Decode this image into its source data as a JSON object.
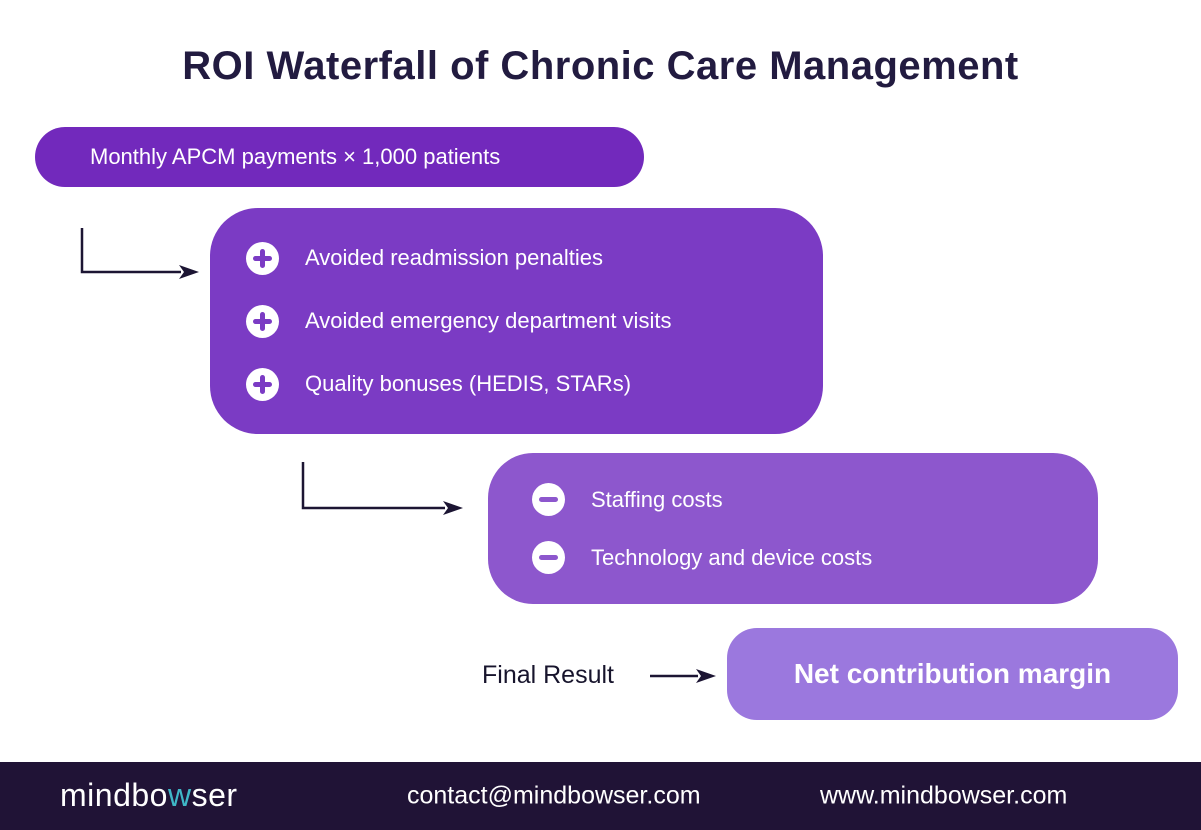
{
  "title": "ROI Waterfall of Chronic Care Management",
  "flow": {
    "step1": {
      "label": "Monthly APCM payments × 1,000 patients"
    },
    "step2": {
      "items": [
        {
          "icon": "plus",
          "label": "Avoided readmission penalties"
        },
        {
          "icon": "plus",
          "label": "Avoided emergency department visits"
        },
        {
          "icon": "plus",
          "label": "Quality bonuses (HEDIS, STARs)"
        }
      ]
    },
    "step3": {
      "items": [
        {
          "icon": "minus",
          "label": "Staffing costs"
        },
        {
          "icon": "minus",
          "label": "Technology and device costs"
        }
      ]
    },
    "final": {
      "label": "Final Result",
      "result": "Net contribution margin"
    }
  },
  "footer": {
    "logo": {
      "part1": "mindbo",
      "part2": "w",
      "part3": "ser"
    },
    "email": "contact@mindbowser.com",
    "website": "www.mindbowser.com"
  },
  "colors": {
    "step1_bg": "#7229BC",
    "step2_bg": "#7B3BC4",
    "step3_bg": "#8D57CD",
    "final_bg": "#9B78DE",
    "title_text": "#221B40",
    "arrow": "#1C1533",
    "footer_bg": "#201336",
    "logo_accent": "#3FB7C7",
    "box_text": "#FFFFFF"
  }
}
